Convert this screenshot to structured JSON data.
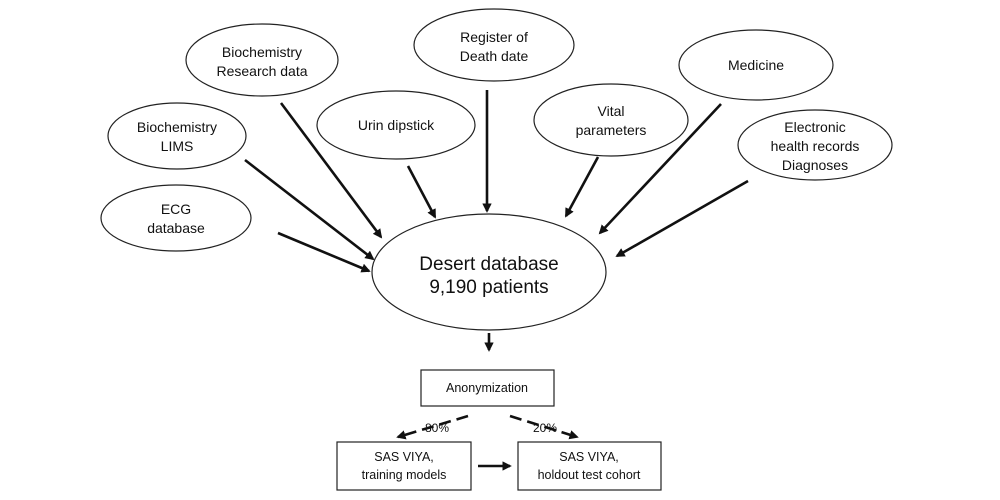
{
  "sources": [
    {
      "id": "biochem_research",
      "lines": [
        "Biochemistry",
        "Research data"
      ]
    },
    {
      "id": "register_death",
      "lines": [
        "Register of",
        "Death date"
      ]
    },
    {
      "id": "medicine",
      "lines": [
        "Medicine"
      ]
    },
    {
      "id": "biochem_lims",
      "lines": [
        "Biochemistry",
        "LIMS"
      ]
    },
    {
      "id": "urin_dipstick",
      "lines": [
        "Urin dipstick"
      ]
    },
    {
      "id": "vital_params",
      "lines": [
        "Vital",
        "parameters"
      ]
    },
    {
      "id": "ehr_diagnoses",
      "lines": [
        "Electronic",
        "health records",
        "Diagnoses"
      ]
    },
    {
      "id": "ecg_database",
      "lines": [
        "ECG",
        "database"
      ]
    }
  ],
  "hub": {
    "lines": [
      "Desert database",
      "9,190 patients"
    ]
  },
  "anonymization": {
    "label": "Anonymization"
  },
  "split": {
    "left_pct": "80%",
    "right_pct": "20%"
  },
  "outputs": {
    "training": {
      "lines": [
        "SAS VIYA,",
        "training models"
      ]
    },
    "holdout": {
      "lines": [
        "SAS VIYA,",
        "holdout test cohort"
      ]
    }
  }
}
